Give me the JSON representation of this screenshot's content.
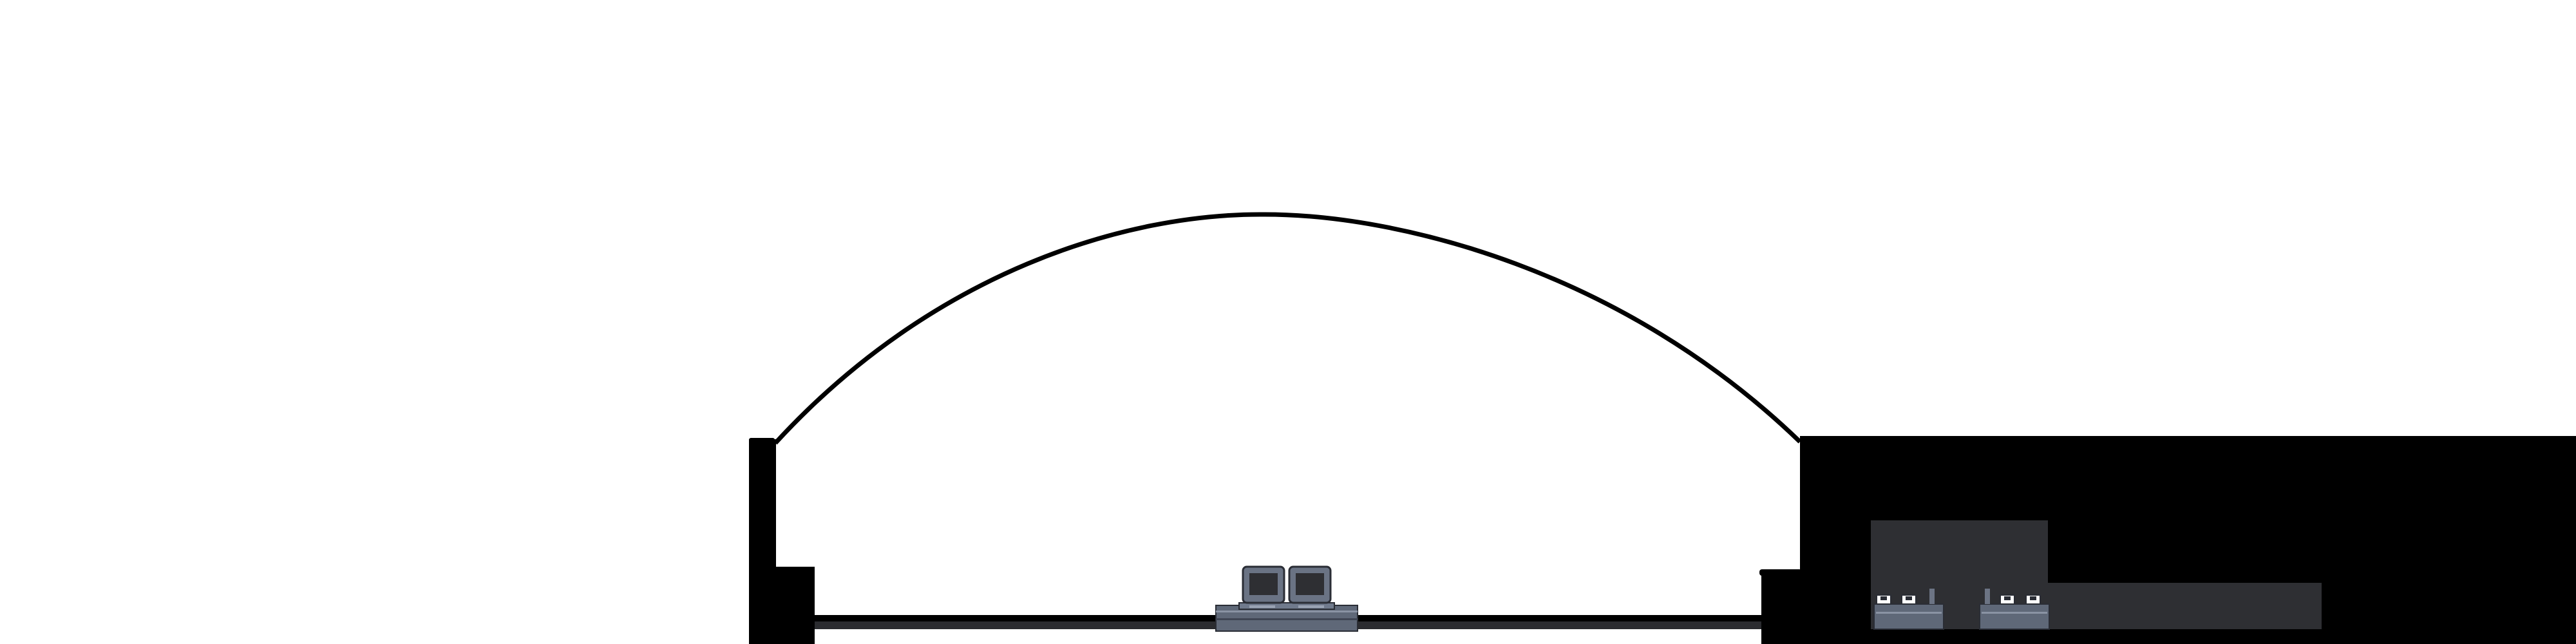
{
  "scene": {
    "background_color": "#ffffff",
    "wall_color": "#000000",
    "machine_color": "#5f6878",
    "machine_dark_color": "#2e2f33",
    "floor_color": "#2b2c30",
    "dome_outline_color": "#000000"
  },
  "objects": {
    "dome": "dome-outline",
    "left_wall": "left-wall",
    "right_block": "right-building-block",
    "center_machine": "twin-monitor-console",
    "right_machines": [
      "storage-unit-left",
      "storage-unit-right"
    ]
  }
}
